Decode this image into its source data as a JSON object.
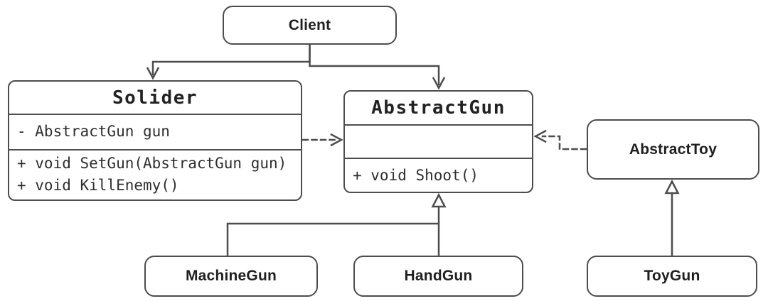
{
  "diagram": {
    "kind": "uml-class-diagram",
    "nodes": {
      "client": {
        "label": "Client"
      },
      "solider": {
        "title": "Solider",
        "attributes": [
          "- AbstractGun gun"
        ],
        "methods": [
          "+ void SetGun(AbstractGun gun)",
          "+ void KillEnemy()"
        ]
      },
      "abstract_gun": {
        "title": "AbstractGun",
        "attributes": [],
        "methods": [
          "+ void Shoot()"
        ]
      },
      "abstract_toy": {
        "label": "AbstractToy"
      },
      "machine_gun": {
        "label": "MachineGun"
      },
      "hand_gun": {
        "label": "HandGun"
      },
      "toy_gun": {
        "label": "ToyGun"
      }
    },
    "edges": [
      {
        "from": "Client",
        "to": "Solider",
        "style": "solid",
        "arrow": "open-v"
      },
      {
        "from": "Client",
        "to": "AbstractGun",
        "style": "solid",
        "arrow": "open-v"
      },
      {
        "from": "Solider",
        "to": "AbstractGun",
        "style": "dashed",
        "arrow": "open-v"
      },
      {
        "from": "AbstractToy",
        "to": "AbstractGun",
        "style": "dashed",
        "arrow": "open-v"
      },
      {
        "from": "MachineGun",
        "to": "AbstractGun",
        "style": "solid",
        "arrow": "hollow-triangle"
      },
      {
        "from": "HandGun",
        "to": "AbstractGun",
        "style": "solid",
        "arrow": "hollow-triangle"
      },
      {
        "from": "ToyGun",
        "to": "AbstractToy",
        "style": "solid",
        "arrow": "hollow-triangle"
      }
    ],
    "colors": {
      "line": "#4d4d4d",
      "box_border": "#4d4d4d",
      "box_fill": "#ffffff",
      "title_text": "#1f1f1f",
      "member_text": "#2e2e2e",
      "background": "#ffffff"
    }
  }
}
